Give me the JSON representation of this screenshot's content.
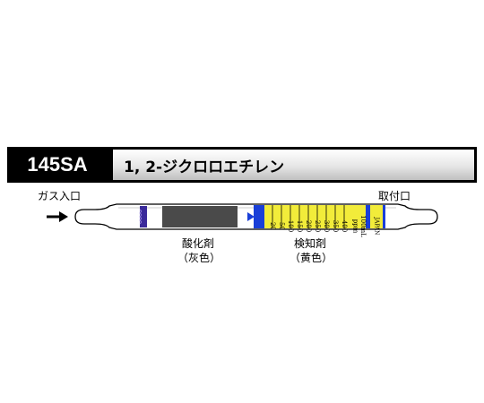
{
  "product": {
    "code": "145SA",
    "name": "1, 2-ジクロロエチレン"
  },
  "labels": {
    "inlet": "ガス入口",
    "outlet": "取付口",
    "oxidizer_name": "酸化剤",
    "oxidizer_color": "（灰色）",
    "detector_name": "検知剤",
    "detector_color": "（黄色）"
  },
  "scale": {
    "ticks": [
      "20",
      "50",
      "100",
      "150",
      "200",
      "250",
      "300",
      "350",
      "400"
    ],
    "unit": "ppm",
    "volume": "100mL",
    "origin": "JAPAN"
  },
  "colors": {
    "header_bg": "#000000",
    "oxidizer_fill": "#4a4a4a",
    "detector_fill": "#f2ec3a",
    "marker_blue": "#1a3fd8",
    "plug_purple": "#3a2a9a"
  }
}
